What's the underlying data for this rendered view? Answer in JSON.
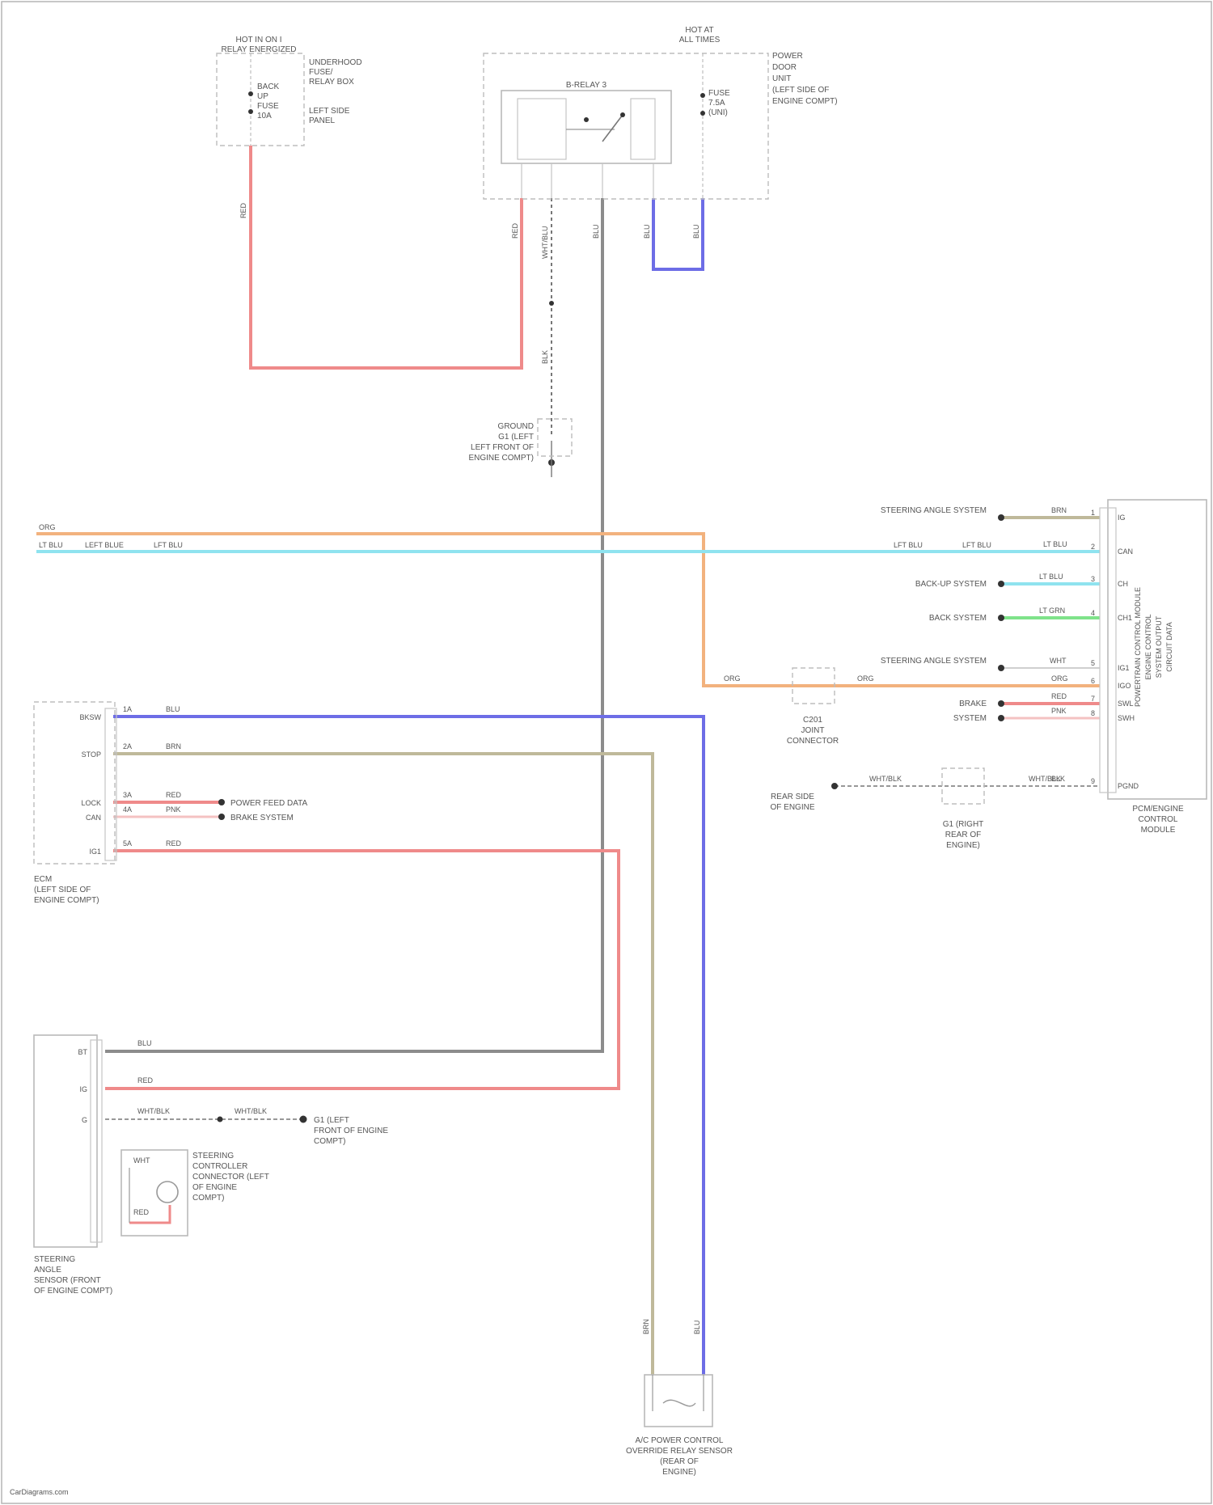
{
  "diagram": {
    "top_left_connector": {
      "header": [
        "HOT IN ON I",
        "RELAY ENERGIZED"
      ],
      "label": [
        "UNDERHOOD",
        "FUSE/",
        "RELAY BOX"
      ],
      "fuse_label": [
        "BACK",
        "UP",
        "FUSE",
        "10A"
      ],
      "side_label": [
        "LEFT SIDE",
        "PANEL"
      ],
      "wire": "RED"
    },
    "top_center_box": {
      "header": [
        "HOT AT",
        "ALL TIMES"
      ],
      "relay": "B-RELAY 3",
      "label": [
        "POWER",
        "DOOR",
        "UNIT",
        "(LEFT SIDE OF",
        "ENGINE COMPT)"
      ],
      "fuse_label": [
        "FUSE",
        "7.5A",
        "(UNI)"
      ],
      "wires": [
        "RED",
        "WHT/BLU",
        "BLU",
        "BLU",
        "BLU"
      ]
    },
    "ground_upper": {
      "label": [
        "GROUND",
        "G1 (LEFT",
        "LEFT FRONT OF",
        "ENGINE COMPT)"
      ],
      "wire": "BLK"
    },
    "bus_lines": {
      "org_label": "ORG",
      "ltblu_label": "LT BLU",
      "left_labels": [
        "LEFT BLUE",
        "LFT BLU"
      ],
      "right_labels": [
        "LFT BLU",
        "LFT BLU"
      ]
    },
    "right_module": {
      "label": [
        "PCM/ENGINE",
        "CONTROL",
        "MODULE"
      ],
      "inner_label": [
        "POWERTRAIN CONTROL MODULE",
        "ENGINE CONTROL",
        "SYSTEM OUTPUT",
        "CIRCUIT DATA"
      ],
      "pins": [
        {
          "left": "STEERING ANGLE SYSTEM",
          "wire": "BRN",
          "pin": "1",
          "name": "IG"
        },
        {
          "left": "",
          "wire": "LT BLU",
          "pin": "2",
          "name": "CAN"
        },
        {
          "left": "BACK-UP SYSTEM",
          "wire": "LT BLU",
          "pin": "3",
          "name": "CH"
        },
        {
          "left": "BACK SYSTEM",
          "wire": "LT GRN",
          "pin": "4",
          "name": "CH1"
        },
        {
          "left": "STEERING ANGLE SYSTEM",
          "wire": "WHT",
          "pin": "5",
          "name": "IG1"
        },
        {
          "left": "",
          "wire": "ORG",
          "pin": "6",
          "name": "IGO"
        },
        {
          "left": "BRAKE",
          "wire": "RED",
          "pin": "7",
          "name": "SWL"
        },
        {
          "left": "SYSTEM",
          "wire": "PNK",
          "pin": "8",
          "name": "SWH"
        },
        {
          "left": "",
          "wire": "BLK",
          "pin": "9",
          "name": "PGND"
        }
      ],
      "ground_right": [
        "G1 (RIGHT",
        "REAR OF",
        "ENGINE)"
      ],
      "ground_left": [
        "REAR SIDE",
        "OF ENGINE"
      ],
      "wire_labels": [
        "WHT/BLK",
        "WHT/BLK"
      ],
      "junction": [
        "C201",
        "JOINT",
        "CONNECTOR"
      ],
      "org_wire_labels": [
        "ORG",
        "ORG"
      ]
    },
    "left_connector": {
      "label": [
        "ECM",
        "(LEFT SIDE OF",
        "ENGINE COMPT)"
      ],
      "pins": [
        {
          "name": "BKSW",
          "pin": "1A",
          "wire": "BLU"
        },
        {
          "name": "STOP",
          "pin": "2A",
          "wire": "BRN"
        },
        {
          "name": "LOCK",
          "pin": "3A",
          "wire": "RED"
        },
        {
          "name": "CAN",
          "pin": "4A",
          "wire": "PNK"
        },
        {
          "name": "IG1",
          "pin": "5A",
          "wire": "RED"
        }
      ],
      "branch_labels": [
        "POWER FEED DATA",
        "BRAKE SYSTEM"
      ]
    },
    "bottom_left_connector": {
      "label": [
        "STEERING",
        "ANGLE",
        "SENSOR (FRONT",
        "OF ENGINE COMPT)"
      ],
      "pins": [
        {
          "name": "BT",
          "wire": "BLU"
        },
        {
          "name": "IG",
          "wire": "RED"
        },
        {
          "name": "G",
          "wire": "WHT/BLK"
        }
      ],
      "ground": [
        "G1 (LEFT",
        "FRONT OF ENGINE",
        "COMPT)"
      ],
      "inner_label": [
        "STEERING",
        "CONTROLLER",
        "CONNECTOR (LEFT",
        "OF ENGINE",
        "COMPT)"
      ],
      "inner_wires": [
        "WHT",
        "RED"
      ],
      "ground_wires": [
        "WHT/BLK",
        "WHT/BLK"
      ]
    },
    "bottom_switch": {
      "label": [
        "A/C POWER CONTROL",
        "OVERRIDE RELAY SENSOR",
        "(REAR OF",
        "ENGINE)"
      ],
      "wires": [
        "BRN",
        "BLU"
      ]
    },
    "watermark": "CarDiagrams.com"
  },
  "colors": {
    "red": "#ef8a8a",
    "gray": "#8c8c8c",
    "blue": "#6d6de6",
    "orange": "#f2b27e",
    "cyan": "#8fe3ef",
    "green": "#7fe38a",
    "tan": "#bfb99a",
    "pink": "#f4c2c2"
  }
}
